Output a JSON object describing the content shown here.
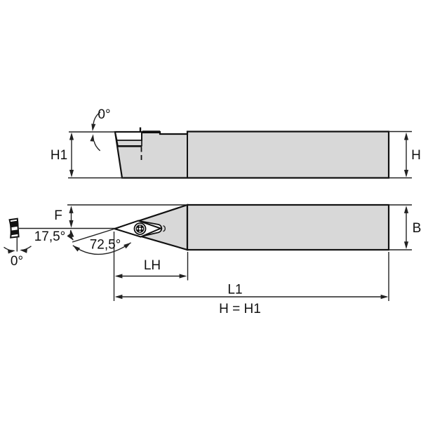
{
  "figure": {
    "type": "engineering-drawing",
    "description": "Lathe turning tool holder dimensional diagram with two orthographic views"
  },
  "colors": {
    "body_fill": "#d8d8d8",
    "line": "#111111",
    "background": "#ffffff"
  },
  "upper_view": {
    "rake_angle_label": "0°",
    "height_left_label": "H1",
    "height_right_label": "H"
  },
  "lower_view": {
    "nose_height_label": "F",
    "side_angle_label": "17,5°",
    "lead_angle_label": "72,5°",
    "zero_angle_label": "0°",
    "width_label": "B",
    "head_length_label": "LH",
    "overall_length_label": "L1",
    "height_note": "H = H1"
  }
}
